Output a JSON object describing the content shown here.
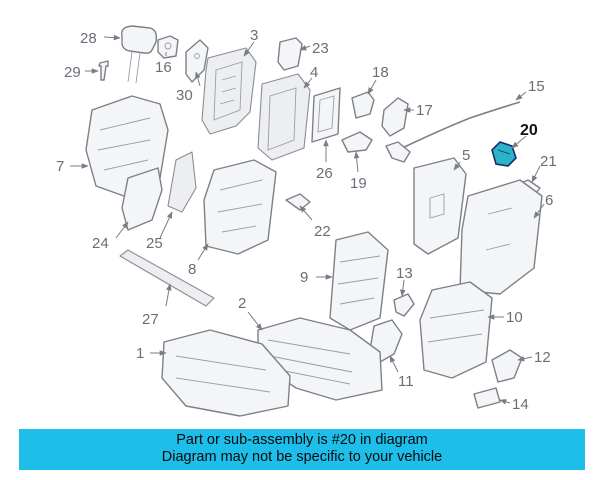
{
  "diagram": {
    "highlighted_part": "20",
    "callouts": [
      "28",
      "29",
      "16",
      "30",
      "3",
      "23",
      "4",
      "18",
      "15",
      "17",
      "20",
      "7",
      "26",
      "19",
      "5",
      "21",
      "24",
      "25",
      "22",
      "6",
      "8",
      "9",
      "13",
      "27",
      "2",
      "10",
      "1",
      "11",
      "12",
      "14"
    ]
  },
  "caption": {
    "line1": "Part or sub-assembly is #20 in diagram",
    "line2": "Diagram may not be specific to your vehicle"
  },
  "colors": {
    "caption_bg": "#1ebeeb",
    "highlight": "#2ab3c9",
    "callout_text": "#6b6e76"
  }
}
